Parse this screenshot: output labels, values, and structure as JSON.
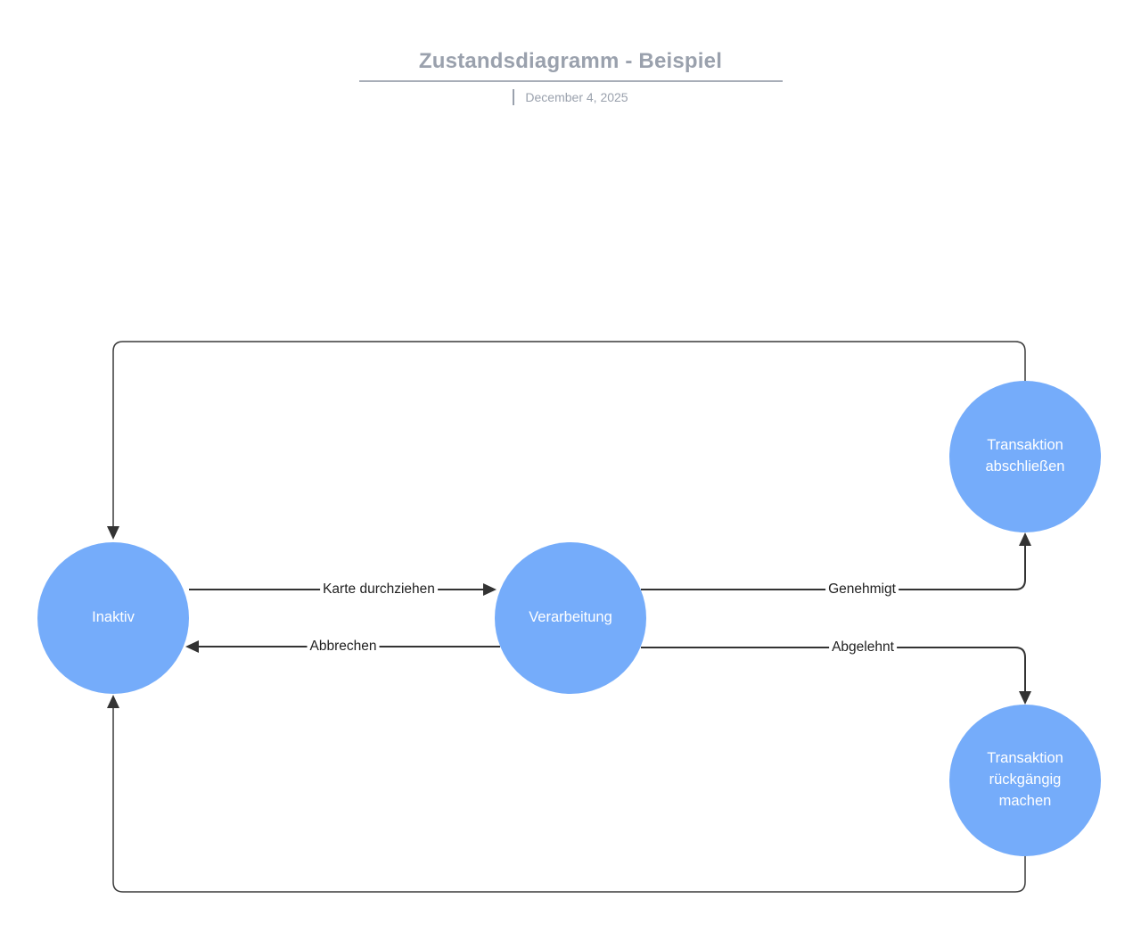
{
  "header": {
    "title": "Zustandsdiagramm - Beispiel",
    "date": "December 4, 2025"
  },
  "diagram": {
    "type": "state-diagram",
    "states": [
      {
        "id": "inaktiv",
        "label": "Inaktiv"
      },
      {
        "id": "verarbeitung",
        "label": "Verarbeitung"
      },
      {
        "id": "transaktion-abschliessen",
        "label": "Transaktion abschließen"
      },
      {
        "id": "transaktion-rueckgaengig-machen",
        "label": "Transaktion rückgängig machen"
      }
    ],
    "transitions": [
      {
        "from": "Inaktiv",
        "to": "Verarbeitung",
        "label": "Karte durchziehen"
      },
      {
        "from": "Verarbeitung",
        "to": "Inaktiv",
        "label": "Abbrechen"
      },
      {
        "from": "Verarbeitung",
        "to": "Transaktion abschließen",
        "label": "Genehmigt"
      },
      {
        "from": "Verarbeitung",
        "to": "Transaktion rückgängig machen",
        "label": "Abgelehnt"
      },
      {
        "from": "Transaktion abschließen",
        "to": "Inaktiv",
        "label": ""
      },
      {
        "from": "Transaktion rückgängig machen",
        "to": "Inaktiv",
        "label": ""
      }
    ]
  },
  "colors": {
    "state_fill": "#75acfa",
    "state_text": "#ffffff",
    "edge_stroke": "#333333",
    "edge_label_text": "#1f1f1f",
    "title_text": "#9aa1ad",
    "background": "#ffffff"
  }
}
